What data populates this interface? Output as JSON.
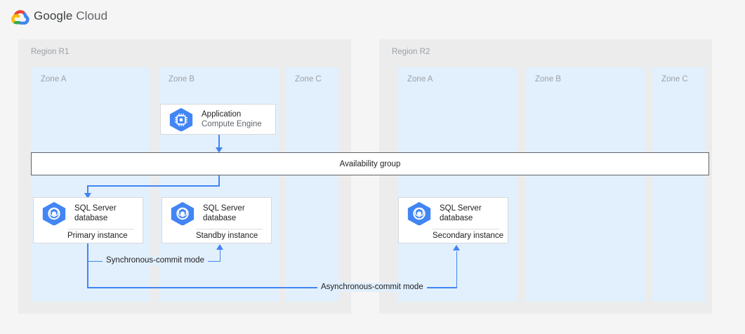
{
  "header": {
    "logo_icon": "google-cloud-logo-icon",
    "brand_primary": "Google",
    "brand_secondary": "Cloud"
  },
  "colors": {
    "accent_blue": "#4285f4",
    "icon_blue": "#4285f4",
    "zone_bg": "#e2f0fd",
    "region_bg": "#ececec",
    "page_bg": "#f5f5f5",
    "card_border": "#d8d8d8",
    "bar_border": "#5f6368",
    "muted_text": "#9aa0a6",
    "body_text": "#202124"
  },
  "regions": [
    {
      "label": "Region R1",
      "zones": [
        {
          "label": "Zone A"
        },
        {
          "label": "Zone B"
        },
        {
          "label": "Zone C"
        }
      ]
    },
    {
      "label": "Region R2",
      "zones": [
        {
          "label": "Zone A"
        },
        {
          "label": "Zone B"
        },
        {
          "label": "Zone C"
        }
      ]
    }
  ],
  "nodes": {
    "application": {
      "icon": "compute-engine-icon",
      "title": "Application",
      "subtitle": "Compute Engine"
    },
    "availability_group": {
      "label": "Availability group"
    },
    "primary_db": {
      "icon": "sql-server-database-icon",
      "title": "SQL Server\ndatabase",
      "instance": "Primary instance"
    },
    "standby_db": {
      "icon": "sql-server-database-icon",
      "title": "SQL Server\ndatabase",
      "instance": "Standby instance"
    },
    "secondary_db": {
      "icon": "sql-server-database-icon",
      "title": "SQL Server\ndatabase",
      "instance": "Secondary instance"
    }
  },
  "connectors": {
    "synchronous": "Synchronous-commit mode",
    "asynchronous": "Asynchronous-commit mode"
  }
}
